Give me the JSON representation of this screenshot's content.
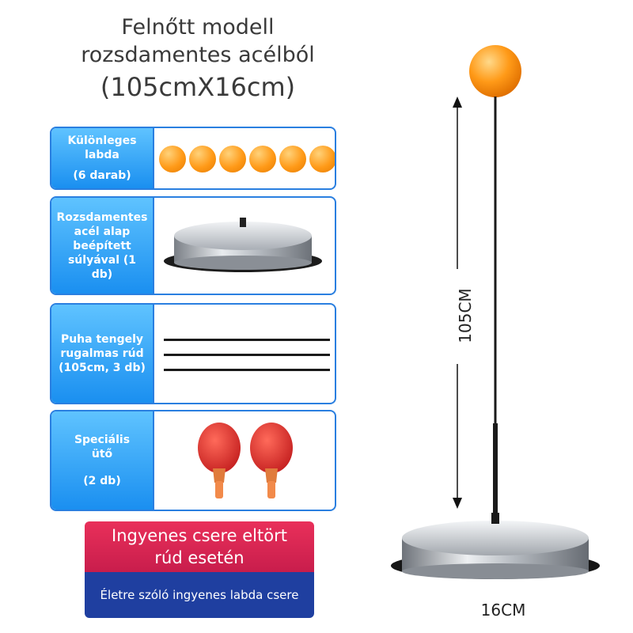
{
  "title": {
    "line1": "Felnőtt modell",
    "line2": "rozsdamentes acélból",
    "line3": "(105cmX16cm)"
  },
  "rows": [
    {
      "label_a": "Különleges labda",
      "label_b": "(6 darab)"
    },
    {
      "label_a": "Rozsdamentes acél alap beépített súlyával (1 db)"
    },
    {
      "label_a": "Puha tengely rugalmas rúd (105cm, 3 db)"
    },
    {
      "label_a": "Speciális ütő",
      "label_b": "(2 db)"
    }
  ],
  "banner": {
    "top_line1": "Ingyenes csere eltört",
    "top_line2": "rúd esetén",
    "bottom": "Életre szóló ingyenes labda csere"
  },
  "dimensions": {
    "height": "105CM",
    "width": "16CM"
  },
  "colors": {
    "label_blue": "#1a8ff0",
    "border_blue": "#2a7fe0",
    "banner_red": "#d4214f",
    "banner_navy": "#1f3fa0",
    "ball_orange": "#ff9a18"
  }
}
